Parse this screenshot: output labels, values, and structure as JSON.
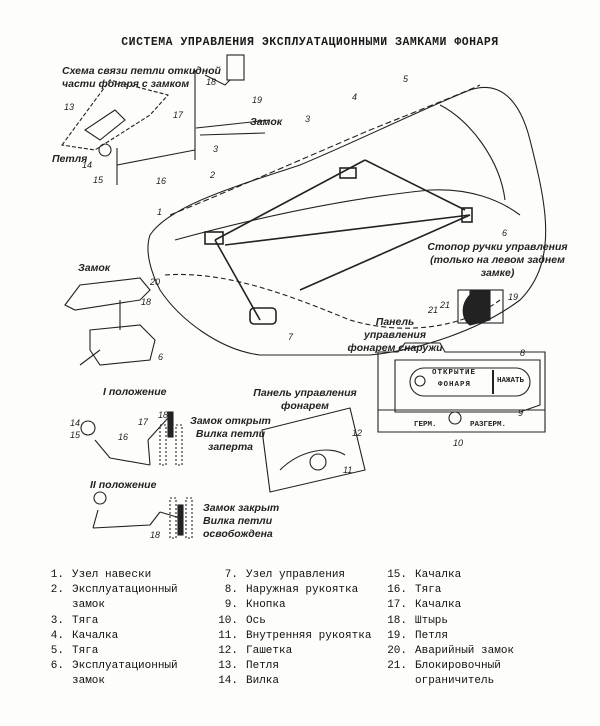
{
  "title": "СИСТЕМА УПРАВЛЕНИЯ ЭКСПЛУАТАЦИОННЫМИ ЗАМКАМИ ФОНАРЯ",
  "labels": {
    "scheme_line1": "Схема связи петли откидной",
    "scheme_line2": "части фонаря с замком",
    "lock_top": "Замок",
    "hinge": "Петля",
    "stopper_line1": "Стопор ручки управления",
    "stopper_line2": "(только на левом заднем",
    "stopper_line3": "замке)",
    "outer_panel_line1": "Панель управления",
    "outer_panel_line2": "фонарем снаружи",
    "lock_left": "Замок",
    "position1": "I положение",
    "pos1_state1": "Замок открыт",
    "pos1_state2": "Вилка петли",
    "pos1_state3": "заперта",
    "inner_panel_line1": "Панель управления",
    "inner_panel_line2": "фонарем",
    "position2": "II положение",
    "pos2_state1": "Замок закрыт",
    "pos2_state2": "Вилка петли",
    "pos2_state3": "освобождена"
  },
  "panel": {
    "open_line1": "ОТКРЫТИЕ",
    "open_line2": "ФОНАРЯ",
    "press": "НАЖАТЬ",
    "seal": "ГЕРМ.",
    "unseal": "РАЗГЕРМ."
  },
  "callouts": [
    "1",
    "2",
    "3",
    "4",
    "5",
    "6",
    "7",
    "8",
    "9",
    "10",
    "11",
    "12",
    "13",
    "14",
    "15",
    "16",
    "17",
    "18",
    "19",
    "20",
    "21",
    "3",
    "18",
    "19",
    "6",
    "21",
    "14",
    "15",
    "16",
    "17",
    "18",
    "18"
  ],
  "legend": [
    [
      {
        "n": "1.",
        "t": "Узел навески"
      },
      {
        "n": "2.",
        "t": "Эксплуатационный\nзамок"
      },
      {
        "n": "3.",
        "t": "Тяга"
      },
      {
        "n": "4.",
        "t": "Качалка"
      },
      {
        "n": "5.",
        "t": "Тяга"
      },
      {
        "n": "6.",
        "t": "Эксплуатационный\nзамок"
      }
    ],
    [
      {
        "n": "7.",
        "t": "Узел управления"
      },
      {
        "n": "8.",
        "t": "Наружная рукоятка"
      },
      {
        "n": "9.",
        "t": "Кнопка"
      },
      {
        "n": "10.",
        "t": "Ось"
      },
      {
        "n": "11.",
        "t": "Внутренняя рукоятка"
      },
      {
        "n": "12.",
        "t": "Гашетка"
      },
      {
        "n": "13.",
        "t": "Петля"
      },
      {
        "n": "14.",
        "t": "Вилка"
      }
    ],
    [
      {
        "n": "15.",
        "t": "Качалка"
      },
      {
        "n": "16.",
        "t": "Тяга"
      },
      {
        "n": "17.",
        "t": "Качалка"
      },
      {
        "n": "18.",
        "t": "Штырь"
      },
      {
        "n": "19.",
        "t": "Петля"
      },
      {
        "n": "20.",
        "t": "Аварийный замок"
      },
      {
        "n": "21.",
        "t": "Блокировочный\nограничитель"
      }
    ]
  ]
}
